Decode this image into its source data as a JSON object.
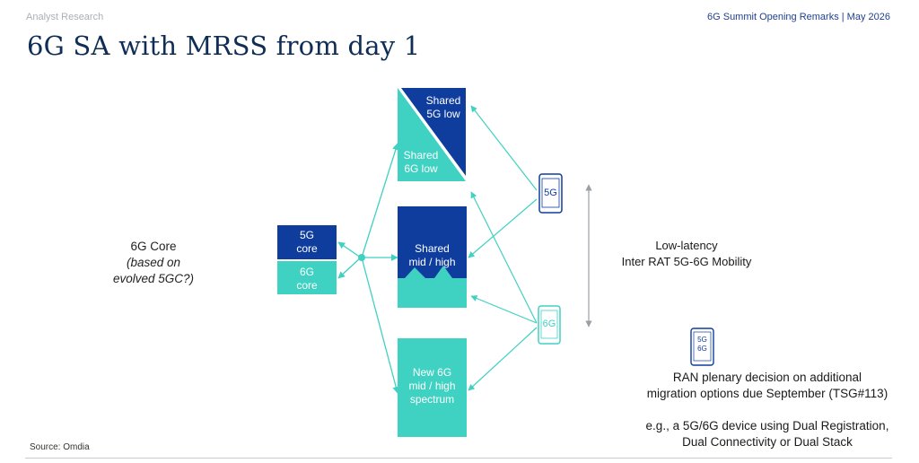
{
  "header": {
    "brand": "Analyst Research",
    "subtitle": "6G Summit Opening Remarks | May 2026",
    "title": "6G SA with MRSS from day 1"
  },
  "core": {
    "label_line1": "6G Core",
    "label_line2": "(based on",
    "label_line3": "evolved 5GC?)",
    "box_5g_line1": "5G",
    "box_5g_line2": "core",
    "box_6g_line1": "6G",
    "box_6g_line2": "core"
  },
  "spectrum": {
    "shared_5g_low_line1": "Shared",
    "shared_5g_low_line2": "5G low",
    "shared_6g_low_line1": "Shared",
    "shared_6g_low_line2": "6G low",
    "shared_mid_line1": "Shared",
    "shared_mid_line2": "mid / high",
    "new_6g_line1": "New 6G",
    "new_6g_line2": "mid / high",
    "new_6g_line3": "spectrum"
  },
  "devices": {
    "phone_5g": "5G",
    "phone_6g": "6G",
    "dual_top": "5G",
    "dual_bottom": "6G"
  },
  "mobility": {
    "line1": "Low-latency",
    "line2": "Inter RAT 5G-6G Mobility"
  },
  "ran": {
    "line1": "RAN plenary decision on additional",
    "line2": "migration options due September (TSG#113)"
  },
  "example": {
    "line1": "e.g., a 5G/6G device using Dual Registration,",
    "line2": "Dual Connectivity or Dual Stack"
  },
  "footer": {
    "source": "Source: Omdia"
  },
  "colors": {
    "navy": "#0f3d9e",
    "teal": "#3fd1c1",
    "title": "#0f2d55",
    "accent": "#1f3f8f"
  }
}
